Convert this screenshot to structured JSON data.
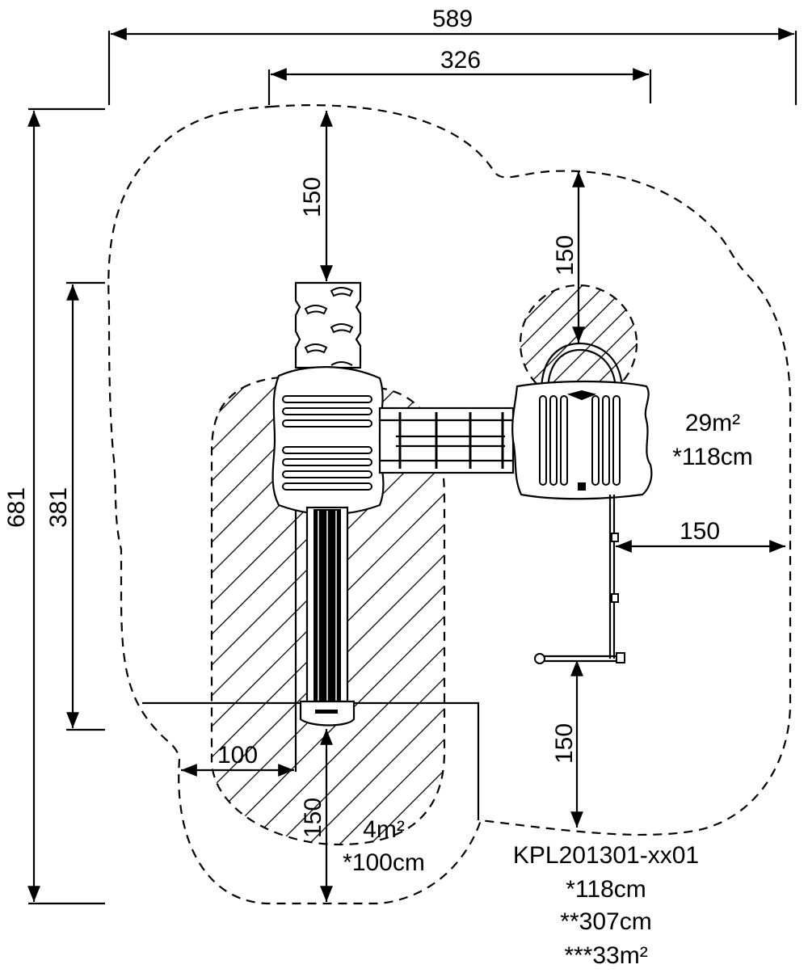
{
  "dimensions": {
    "overall_width": "589",
    "inner_width": "326",
    "overall_height": "681",
    "structure_height": "381",
    "top_clearance_left": "150",
    "top_clearance_right": "150",
    "side_clearance": "150",
    "bottom_clearance_swing": "150",
    "bottom_clearance_slide": "150",
    "slide_side_clearance": "100"
  },
  "labels": {
    "main_area": "29m²",
    "main_height": "*118cm",
    "slide_area": "4m²",
    "slide_height": "*100cm",
    "model_code": "KPL201301-xx01",
    "free_fall_height": "*118cm",
    "total_height": "**307cm",
    "total_area": "***33m²"
  },
  "colors": {
    "ink": "#000000",
    "background": "#ffffff"
  }
}
